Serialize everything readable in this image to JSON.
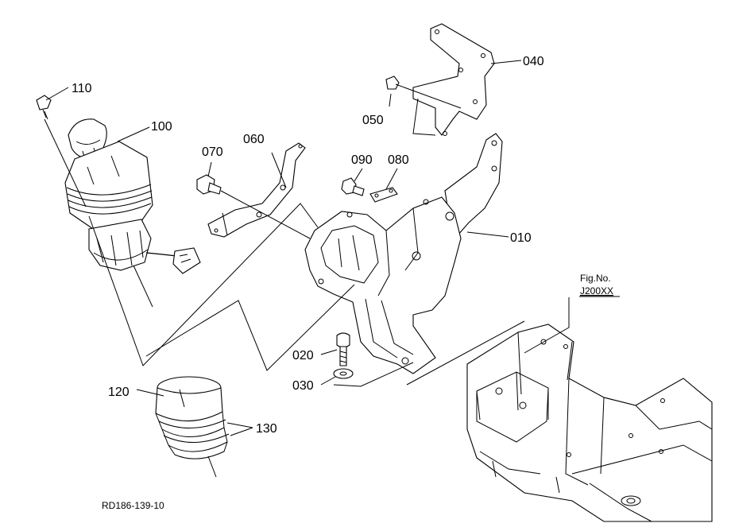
{
  "parts": [
    {
      "id": "p010",
      "label": "010"
    },
    {
      "id": "p020",
      "label": "020"
    },
    {
      "id": "p030",
      "label": "030"
    },
    {
      "id": "p040",
      "label": "040"
    },
    {
      "id": "p050",
      "label": "050"
    },
    {
      "id": "p060",
      "label": "060"
    },
    {
      "id": "p070",
      "label": "070"
    },
    {
      "id": "p080",
      "label": "080"
    },
    {
      "id": "p090",
      "label": "090"
    },
    {
      "id": "p100",
      "label": "100"
    },
    {
      "id": "p110",
      "label": "110"
    },
    {
      "id": "p120",
      "label": "120"
    },
    {
      "id": "p130",
      "label": "130"
    }
  ],
  "reference": {
    "fig_label": "Fig.No.",
    "fig_number": "J200XX"
  },
  "drawing_code": "RD186-139-10"
}
